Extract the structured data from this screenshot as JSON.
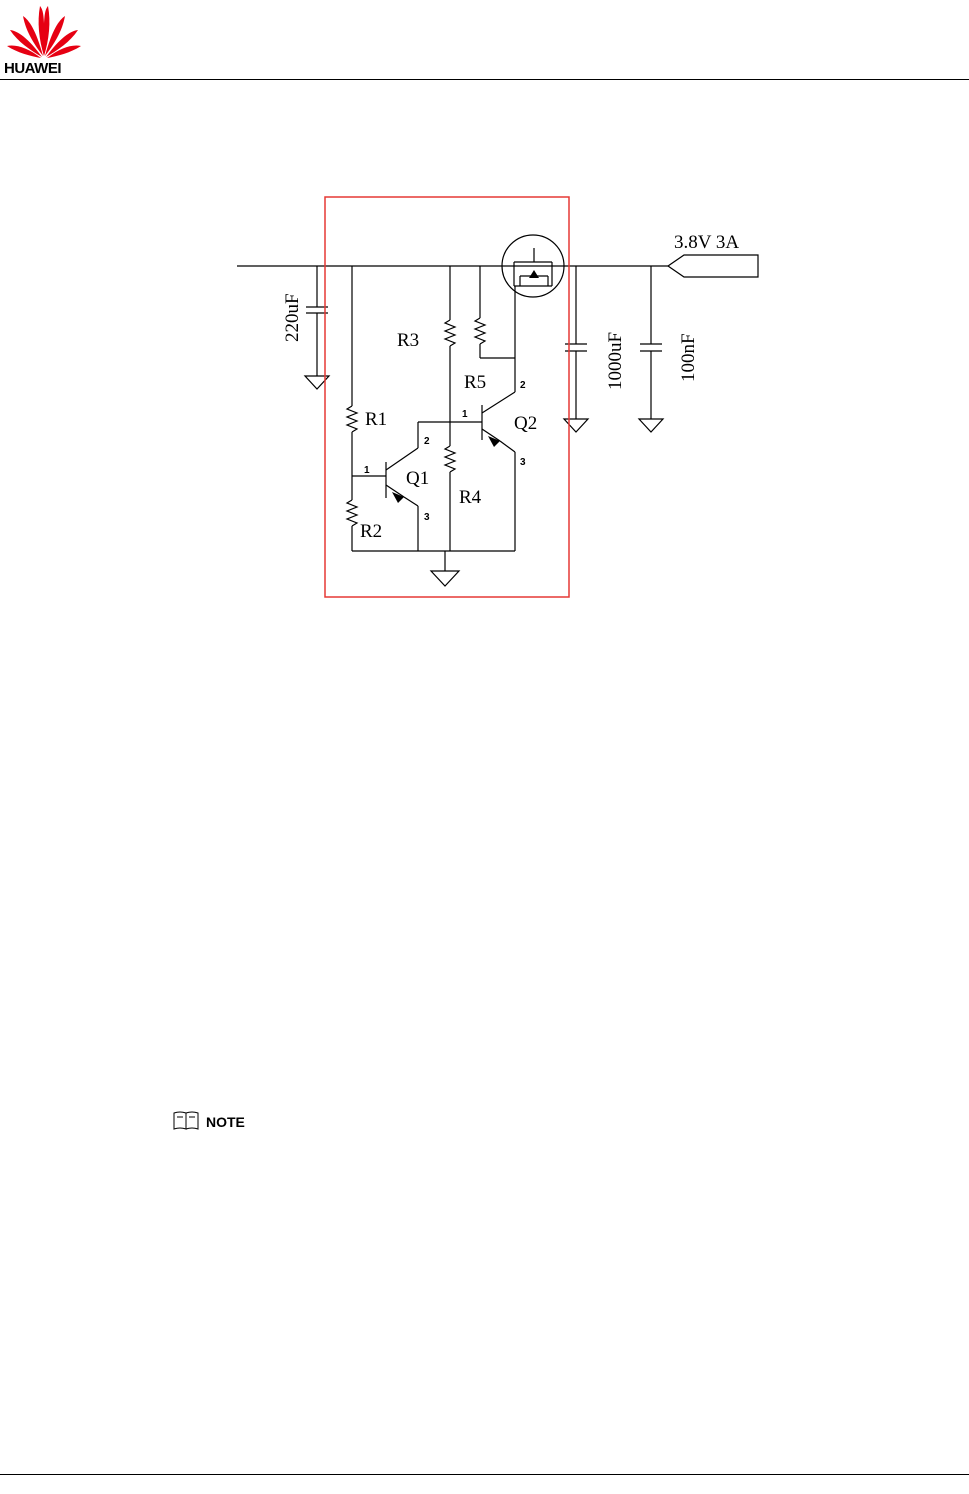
{
  "header": {
    "logo_text": "HUAWEI",
    "logo_color": "#e60012"
  },
  "figure": {
    "highlight_color": "#e53935",
    "output_label": "3.8V 3A",
    "components": {
      "c1": "220uF",
      "c2": "1000uF",
      "c3": "100nF",
      "r1": "R1",
      "r2": "R2",
      "r3": "R3",
      "r4": "R4",
      "r5": "R5",
      "q1": "Q1",
      "q2": "Q2"
    },
    "pins": {
      "q1_base": "1",
      "q1_collector": "2",
      "q1_emitter": "3",
      "q2_base": "1",
      "q2_collector": "2",
      "q2_emitter": "3"
    }
  },
  "note": {
    "label": "NOTE",
    "icon": "book-icon"
  }
}
